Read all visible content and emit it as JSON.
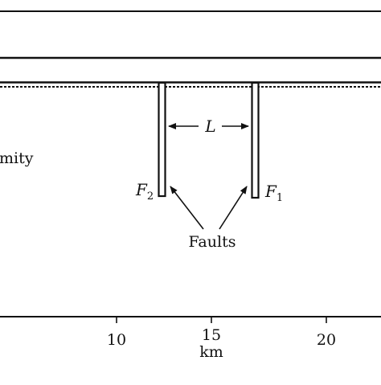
{
  "labels": {
    "unconformity_partial": "mity",
    "spacing_label": "L",
    "fault_left": {
      "letter": "F",
      "sub": "2"
    },
    "fault_right": {
      "letter": "F",
      "sub": "1"
    },
    "faults": "Faults"
  },
  "x_axis": {
    "label": "km",
    "ticks": [
      "10",
      "15",
      "20"
    ]
  }
}
